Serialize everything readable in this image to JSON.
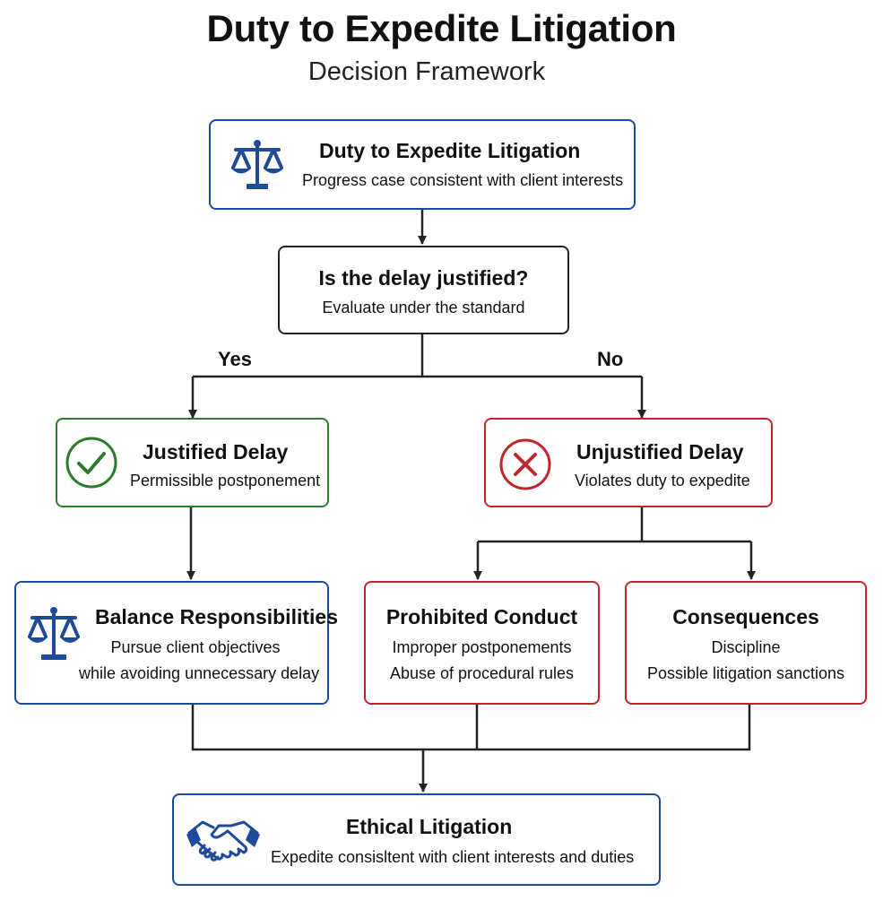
{
  "header": {
    "title": "Duty to Expedite Litigation",
    "subtitle": "Decision Framework"
  },
  "nodes": {
    "duty": {
      "title": "Duty to Expedite Litigation",
      "text": "Progress case consistent with client interests",
      "icon": "scales-icon"
    },
    "question": {
      "title": "Is the delay justified?",
      "text": "Evaluate under the standard"
    },
    "justified": {
      "title": "Justified Delay",
      "text": "Permissible postponement",
      "icon": "checkmark-icon"
    },
    "unjustified": {
      "title": "Unjustified Delay",
      "text": "Violates duty to expedite",
      "icon": "x-icon"
    },
    "balance": {
      "title": "Balance Responsibilities",
      "lines": [
        "Pursue client objectives",
        "while avoiding unnecessary delay"
      ],
      "icon": "scales-icon"
    },
    "prohibited": {
      "title": "Prohibited Conduct",
      "lines": [
        "Improper postponements",
        "Abuse of procedural rules"
      ]
    },
    "consequences": {
      "title": "Consequences",
      "lines": [
        "Discipline",
        "Possible litigation sanctions"
      ]
    },
    "ethical": {
      "title": "Ethical Litigation",
      "text": "Expedite consisltent with client interests and duties",
      "icon": "handshake-icon"
    }
  },
  "branches": {
    "yes": "Yes",
    "no": "No"
  },
  "colors": {
    "blue": "#1f4a9a",
    "green": "#2d7a2d",
    "red": "#c0262b",
    "line": "#222222"
  }
}
